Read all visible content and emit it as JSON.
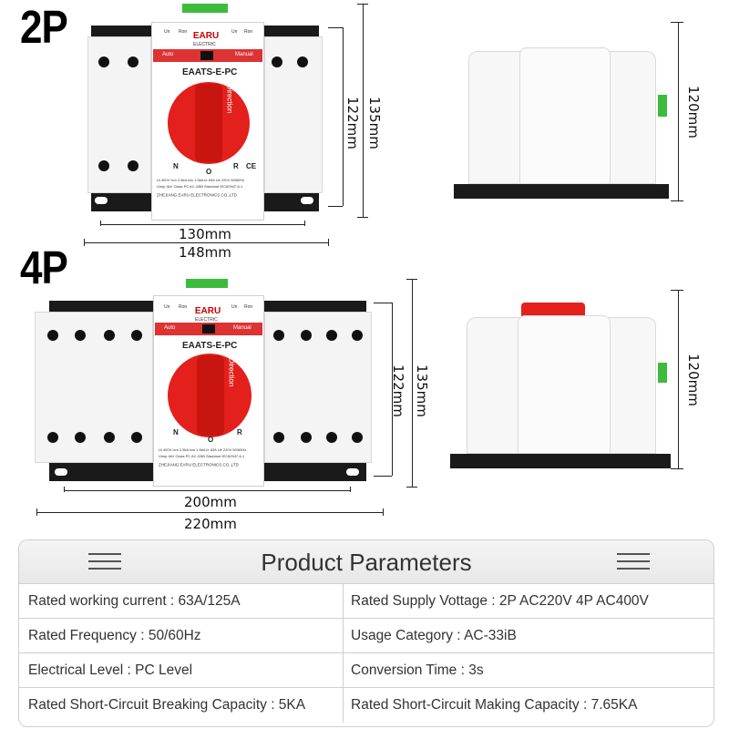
{
  "variants": [
    {
      "label": "2P",
      "dims": {
        "inner_width": "130mm",
        "outer_width": "148mm",
        "inner_height": "122mm",
        "outer_height": "135mm",
        "side_height": "120mm"
      }
    },
    {
      "label": "4P",
      "dims": {
        "inner_width": "200mm",
        "outer_width": "220mm",
        "inner_height": "122mm",
        "outer_height": "135mm",
        "side_height": "120mm"
      }
    }
  ],
  "device": {
    "brand": "EARU",
    "brand_sub": "ELECTRIC",
    "model": "EAATS-E-PC",
    "auto_label": "Auto",
    "manual_label": "Manual",
    "knob_text": "Direction",
    "n_label": "N",
    "o_label": "O",
    "r_label": "R",
    "ce_mark": "CE",
    "maker": "ZHEJIANG EARU ELECTRONICS CO.,LTD",
    "un_label": "Un",
    "ron_label": "Ron",
    "spec_line_1": "Ui 400V  Icm 2.5kA  Icw 1.5kA  Ie  63A  Ue  220V  50/60Hz",
    "spec_line_2": "Uimp 4kV  Class PC  AC-33iB  Standard IEC60947-6-1"
  },
  "colors": {
    "knob": "#e3201c",
    "rail": "#1a1a1a",
    "connector": "#3dbb3d"
  },
  "parameters": {
    "title": "Product Parameters",
    "rows": [
      {
        "left": "Rated working current : 63A/125A",
        "right": "Rated Supply Vottage : 2P AC220V   4P AC400V"
      },
      {
        "left": "Rated Frequency : 50/60Hz",
        "right": "Usage Category : AC-33iB"
      },
      {
        "left": "Electrical Level : PC Level",
        "right": "Conversion Time : 3s"
      },
      {
        "left": "Rated Short-Circuit Breaking Capacity : 5KA",
        "right": "Rated Short-Circuit Making Capacity : 7.65KA"
      }
    ]
  }
}
